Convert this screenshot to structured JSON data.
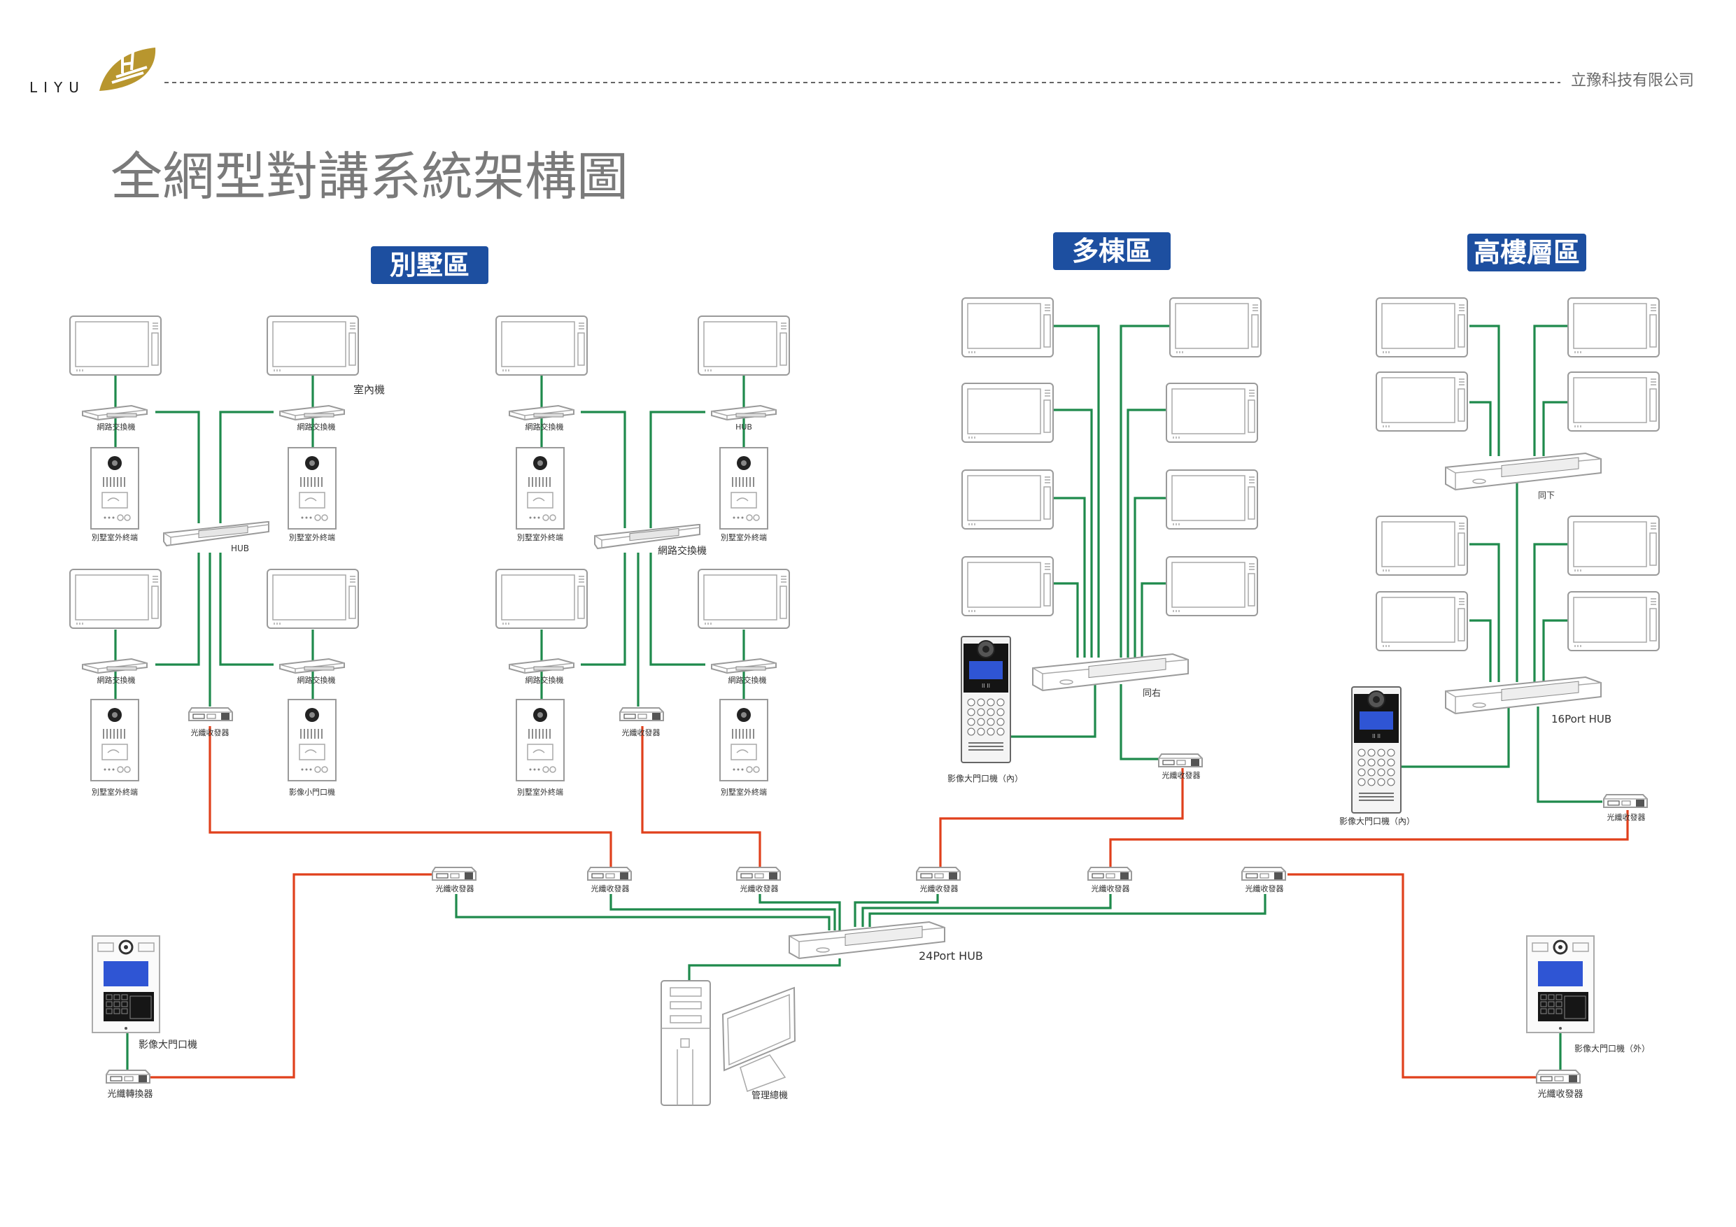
{
  "header": {
    "logo_text": "LIYU",
    "company_name": "立豫科技有限公司",
    "title": "全網型對講系統架構圖"
  },
  "colors": {
    "network_cable": "#1f8a4c",
    "fiber_cable": "#e0401c",
    "badge": "#1d4fa0",
    "logo_gold": "#b8962e",
    "lcd_blue": "#2f55d4"
  },
  "sections": {
    "villa": {
      "label": "別墅區"
    },
    "multi_building": {
      "label": "多棟區"
    },
    "high_rise": {
      "label": "高樓層區"
    }
  },
  "villa": {
    "indoor_unit_label": "室內機",
    "group_a": {
      "switch_labels": [
        "網路交換機",
        "網路交換機",
        "網路交換機",
        "網路交換機"
      ],
      "outdoor_labels": [
        "別墅室外終端",
        "別墅室外終端",
        "別墅室外終端",
        "影像小門口機"
      ],
      "hub_label": "HUB",
      "transceiver_label": "光纖收發器"
    },
    "group_b": {
      "switch_labels": [
        "網路交換機",
        "HUB",
        "網路交換機",
        "網路交換機"
      ],
      "outdoor_labels": [
        "別墅室外終端",
        "別墅室外終端",
        "別墅室外終端",
        "別墅室外終端"
      ],
      "hub_label": "網路交換機",
      "transceiver_label": "光纖收發器"
    }
  },
  "multi_building": {
    "hub_label": "同右",
    "door_station_label": "影像大門口機（內）",
    "transceiver_label": "光纖收發器"
  },
  "high_rise": {
    "upper_hub_label": "同下",
    "lower_hub_label": "16Port HUB",
    "door_station_label": "影像大門口機（內）",
    "transceiver_label": "光纖收發器"
  },
  "core": {
    "hub_label": "24Port HUB",
    "transceiver_labels": [
      "光纖收發器",
      "光纖收發器",
      "光纖收發器",
      "光纖收發器",
      "光纖收發器",
      "光纖收發器"
    ],
    "management_label": "管理總機"
  },
  "gates": {
    "left": {
      "station_label": "影像大門口機",
      "converter_label": "光纖轉換器"
    },
    "right": {
      "station_label": "影像大門口機（外）",
      "converter_label": "光纖收發器"
    }
  }
}
